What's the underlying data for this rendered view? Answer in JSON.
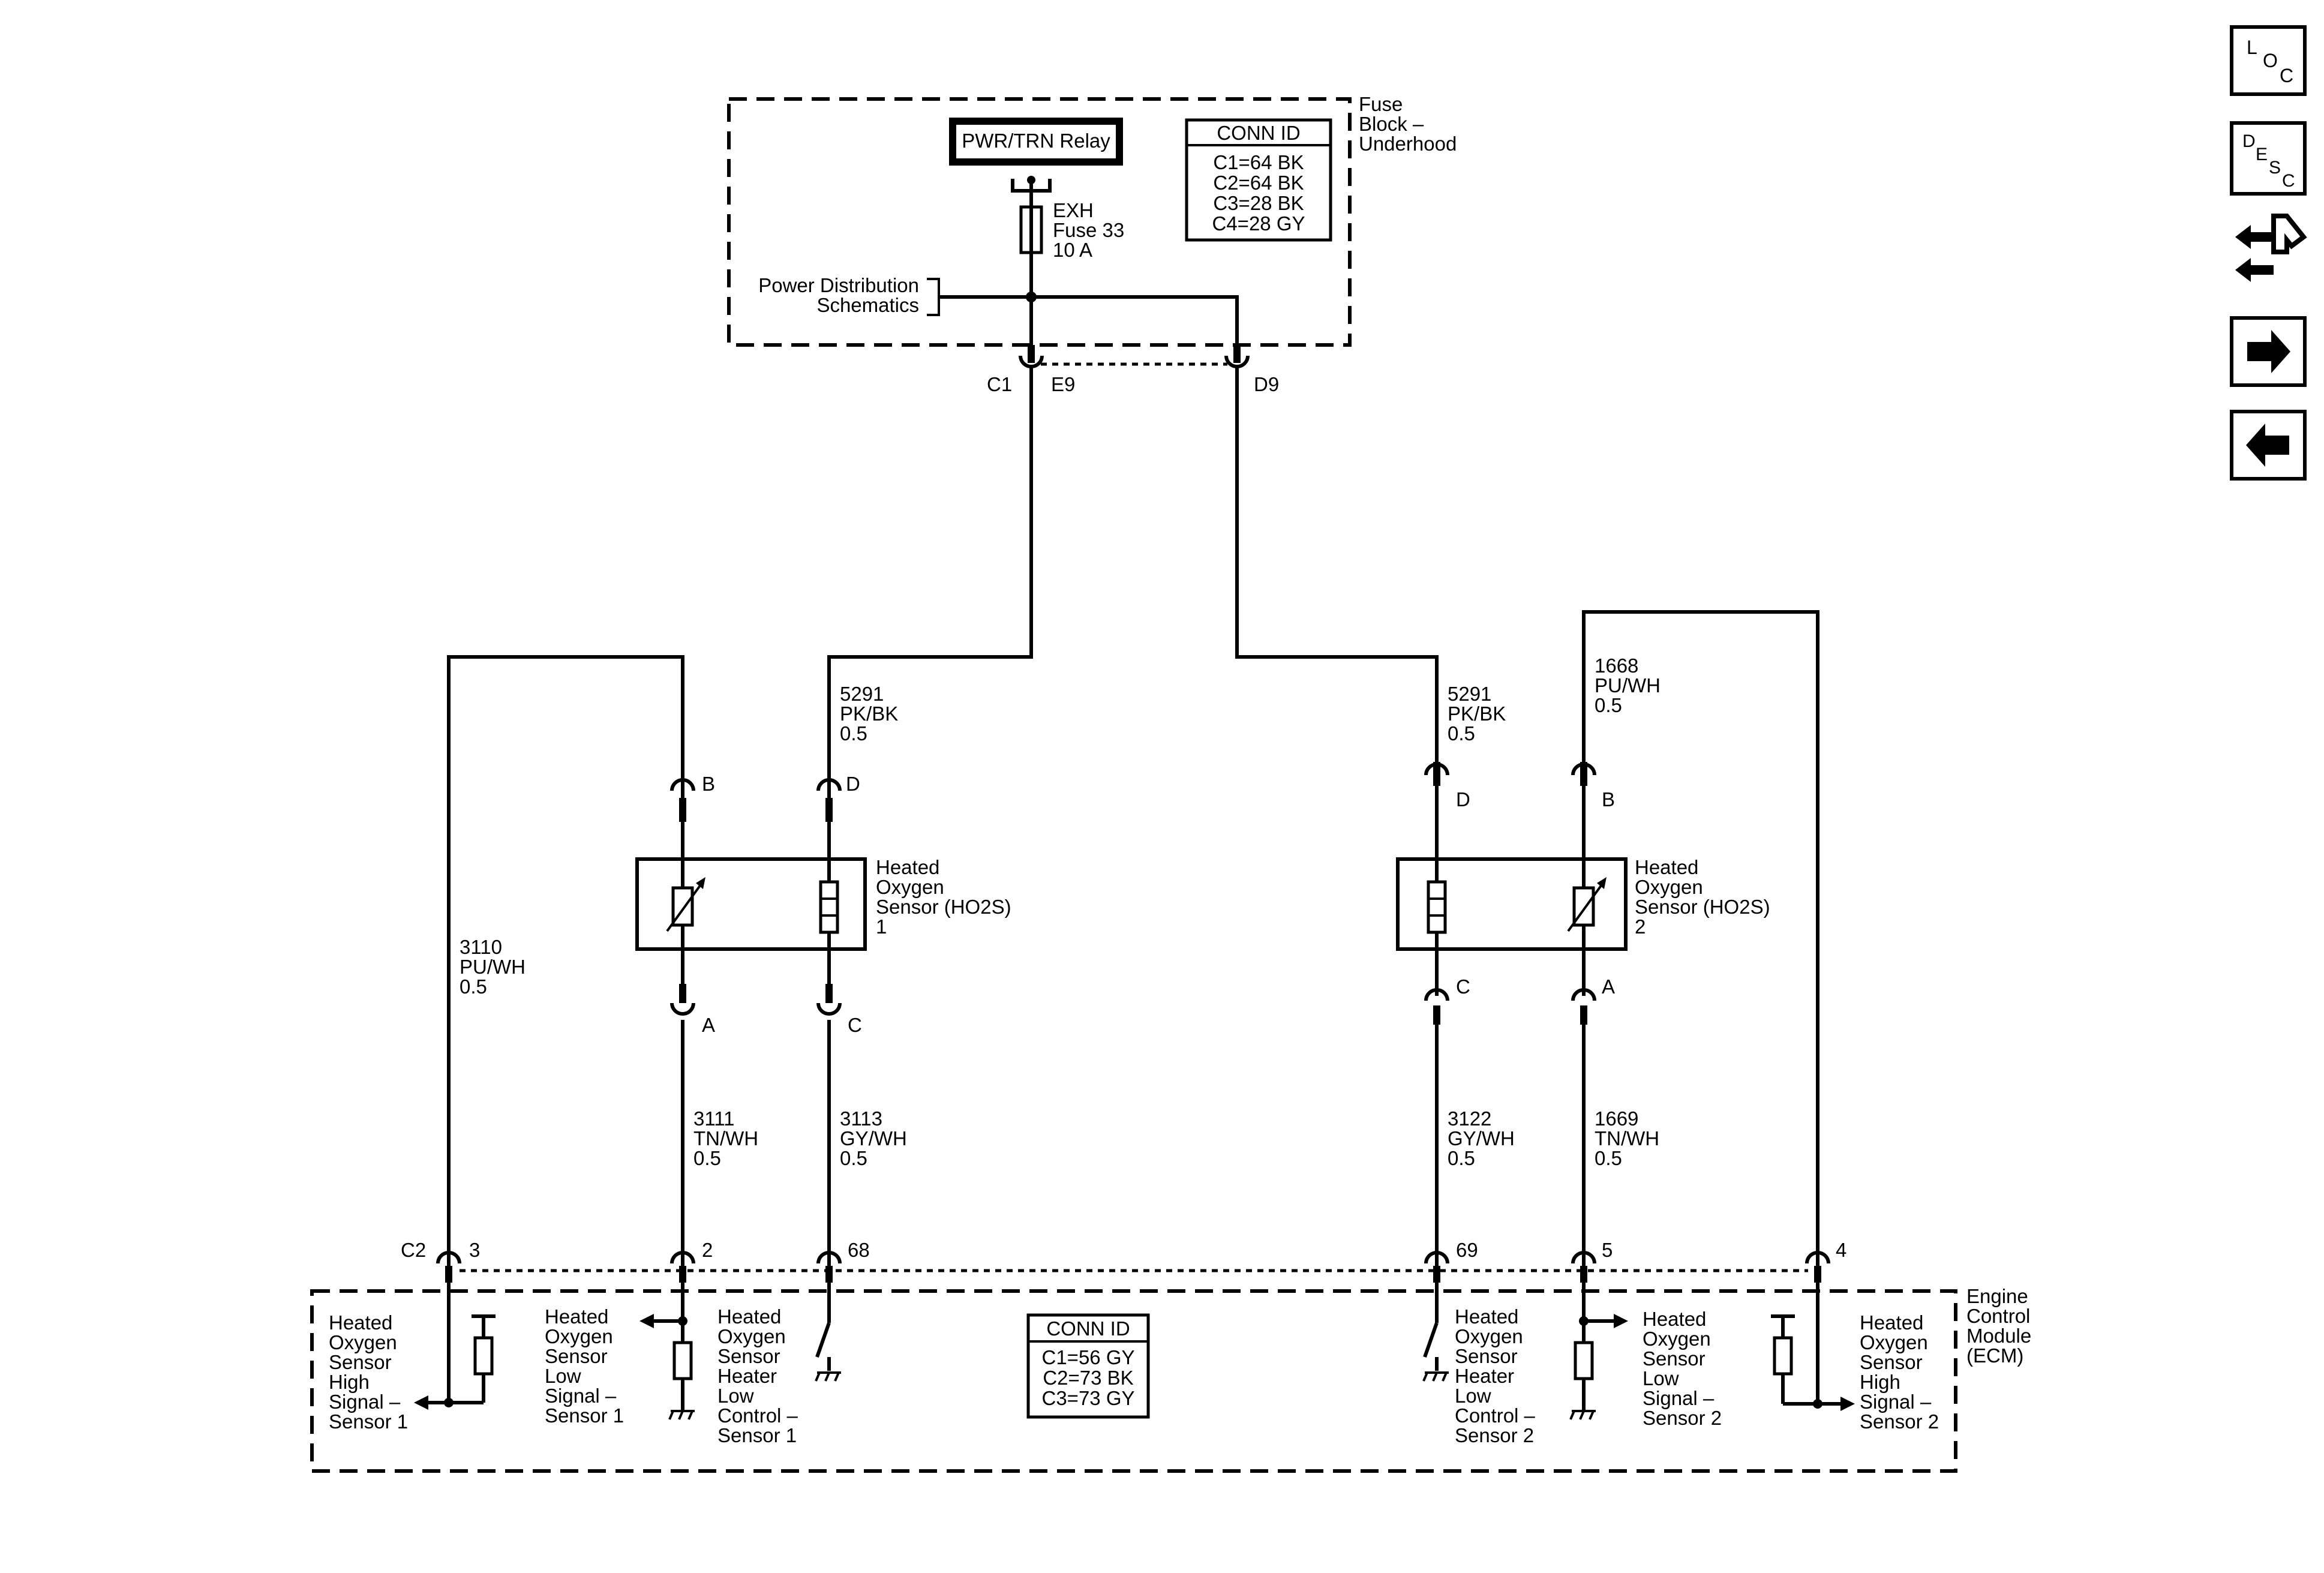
{
  "fuse_block": {
    "title_lines": [
      "Fuse",
      "Block –",
      "Underhood"
    ],
    "relay_label": "PWR/TRN Relay",
    "fuse_lines": [
      "EXH",
      "Fuse 33",
      "10 A"
    ],
    "power_ref_lines": [
      "Power Distribution",
      "Schematics"
    ],
    "conn_id": {
      "header": "CONN ID",
      "rows": [
        "C1=64 BK",
        "C2=64 BK",
        "C3=28 BK",
        "C4=28 GY"
      ]
    },
    "connector_label": "C1",
    "pin_e9": "E9",
    "pin_d9": "D9"
  },
  "wires": {
    "w5291_left": [
      "5291",
      "PK/BK",
      "0.5"
    ],
    "w5291_right": [
      "5291",
      "PK/BK",
      "0.5"
    ],
    "w1668": [
      "1668",
      "PU/WH",
      "0.5"
    ],
    "w3110": [
      "3110",
      "PU/WH",
      "0.5"
    ],
    "w3111": [
      "3111",
      "TN/WH",
      "0.5"
    ],
    "w3113": [
      "3113",
      "GY/WH",
      "0.5"
    ],
    "w3122": [
      "3122",
      "GY/WH",
      "0.5"
    ],
    "w1669": [
      "1669",
      "TN/WH",
      "0.5"
    ]
  },
  "sensor1": {
    "name_lines": [
      "Heated",
      "Oxygen",
      "Sensor (HO2S)",
      "1"
    ],
    "pins": {
      "b": "B",
      "d": "D",
      "a": "A",
      "c": "C"
    }
  },
  "sensor2": {
    "name_lines": [
      "Heated",
      "Oxygen",
      "Sensor (HO2S)",
      "2"
    ],
    "pins": {
      "d": "D",
      "b": "B",
      "c": "C",
      "a": "A"
    }
  },
  "ecm": {
    "title_lines": [
      "Engine",
      "Control",
      "Module",
      "(ECM)"
    ],
    "connector_label": "C2",
    "pins": {
      "p3": "3",
      "p2": "2",
      "p68": "68",
      "p69": "69",
      "p5": "5",
      "p4": "4"
    },
    "conn_id": {
      "header": "CONN ID",
      "rows": [
        "C1=56 GY",
        "C2=73 BK",
        "C3=73 GY"
      ]
    },
    "circuits": {
      "hs1": [
        "Heated",
        "Oxygen",
        "Sensor",
        "High",
        "Signal –",
        "Sensor 1"
      ],
      "ls1": [
        "Heated",
        "Oxygen",
        "Sensor",
        "Low",
        "Signal –",
        "Sensor 1"
      ],
      "hlc1": [
        "Heated",
        "Oxygen",
        "Sensor",
        "Heater",
        "Low",
        "Control –",
        "Sensor 1"
      ],
      "hlc2": [
        "Heated",
        "Oxygen",
        "Sensor",
        "Heater",
        "Low",
        "Control –",
        "Sensor 2"
      ],
      "ls2": [
        "Heated",
        "Oxygen",
        "Sensor",
        "Low",
        "Signal –",
        "Sensor 2"
      ],
      "hs2": [
        "Heated",
        "Oxygen",
        "Sensor",
        "High",
        "Signal –",
        "Sensor 2"
      ]
    }
  },
  "nav": {
    "loc": [
      "L",
      "O",
      "C"
    ],
    "desc": [
      "D",
      "E",
      "S",
      "C"
    ]
  }
}
